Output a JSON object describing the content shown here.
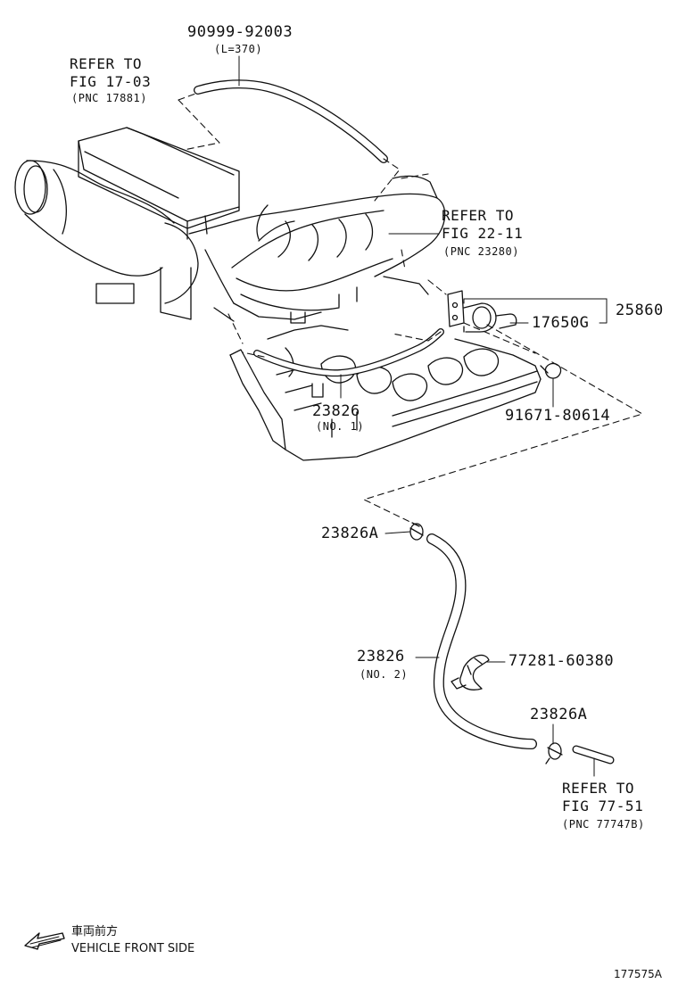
{
  "labels": {
    "hose_top_pn": "90999-92003",
    "hose_top_len": "(L=370)",
    "ref1": {
      "l1": "REFER TO",
      "l2": "FIG 17-03",
      "l3": "(PNC 17881)"
    },
    "ref2": {
      "l1": "REFER TO",
      "l2": "FIG 22-11",
      "l3": "(PNC 23280)"
    },
    "assy_pn": "25860",
    "vsv_pn": "17650G",
    "bolt_pn": "91671-80614",
    "hose_no1_pn": "23826",
    "hose_no1_sub": "(NO. 1)",
    "clamp_a_pn": "23826A",
    "hose_no2_pn": "23826",
    "hose_no2_sub": "(NO. 2)",
    "clip_pn": "77281-60380",
    "clamp_b_pn": "23826A",
    "ref3": {
      "l1": "REFER TO",
      "l2": "FIG 77-51",
      "l3": "(PNC 77747B)"
    }
  },
  "footer": {
    "jp": "車両前方",
    "en": "VEHICLE FRONT SIDE",
    "fig_id": "177575A"
  }
}
